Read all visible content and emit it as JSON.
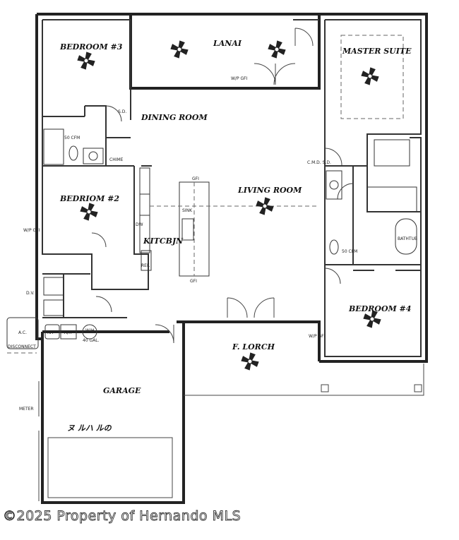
{
  "rooms": {
    "bedroom3": "BEDROOM #3",
    "lanai": "LANAI",
    "master_suite": "MASTER SUITE",
    "dining_room": "DINING ROOM",
    "living_room": "LIVING ROOM",
    "bedroom2": "BEDRIOM #2",
    "kitchen": "KITCBJN",
    "bedroom4": "BEDROOM #4",
    "front_porch": "F. LORCH",
    "garage": "GARAGE"
  },
  "notes": {
    "fan_50cfm_a": "50 CFM",
    "fan_50cfm_b": "50 CFM",
    "ac": "A.C.",
    "disconnect": "DISCONNECT",
    "meter": "METER",
    "ra": "RA",
    "ah": "A/H",
    "wh": "W/H",
    "wh_gal": "40 GAL.",
    "dv": "D.V.",
    "gfi_a": "GFI",
    "gfi_b": "GFI",
    "wp_gfi_a": "W/P GFI",
    "wp_gfi_b": "W/P GFI",
    "wp_gfi_c": "W/P GFI",
    "sd": "S.D.",
    "cmd_sd": "C.M.D. S.D.",
    "chime": "CHIME",
    "ref": "REF.",
    "dw": "DW",
    "sink": "SINK",
    "bath": "BATHTUB",
    "garage_sketch": "ヌ ルハ ルの"
  },
  "watermark": "©2025 Property of Hernando MLS"
}
